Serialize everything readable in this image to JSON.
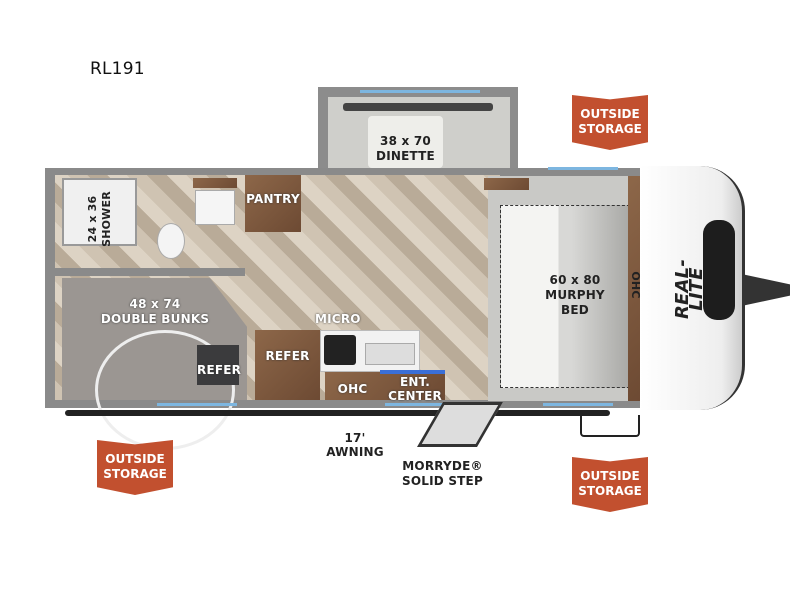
{
  "model": "RL191",
  "rooms": {
    "shower": "24 x 36\nSHOWER",
    "shower_size": "24 x 36",
    "shower_label": "SHOWER",
    "pantry": "PANTRY",
    "dinette_size": "38 x 70",
    "dinette_label": "DINETTE",
    "bunks_size": "48 x 74",
    "bunks_label": "DOUBLE BUNKS",
    "refer_bunk": "REFER",
    "refer_kitchen": "REFER",
    "micro": "MICRO",
    "ohc_kitchen": "OHC",
    "ent_center_1": "ENT.",
    "ent_center_2": "CENTER",
    "bed_size": "60 x 80",
    "bed_label_1": "MURPHY",
    "bed_label_2": "BED",
    "ohc_front": "OHC"
  },
  "exterior": {
    "awning": "17' AWNING",
    "step_1": "MORRYDE®",
    "step_2": "SOLID STEP",
    "brand": "REAL-LITE"
  },
  "badges": [
    {
      "line1": "OUTSIDE",
      "line2": "STORAGE"
    },
    {
      "line1": "OUTSIDE",
      "line2": "STORAGE"
    },
    {
      "line1": "OUTSIDE",
      "line2": "STORAGE"
    }
  ],
  "colors": {
    "badge": "#c2502f",
    "wood": "#7a5439",
    "wall": "#8a8a8a"
  }
}
